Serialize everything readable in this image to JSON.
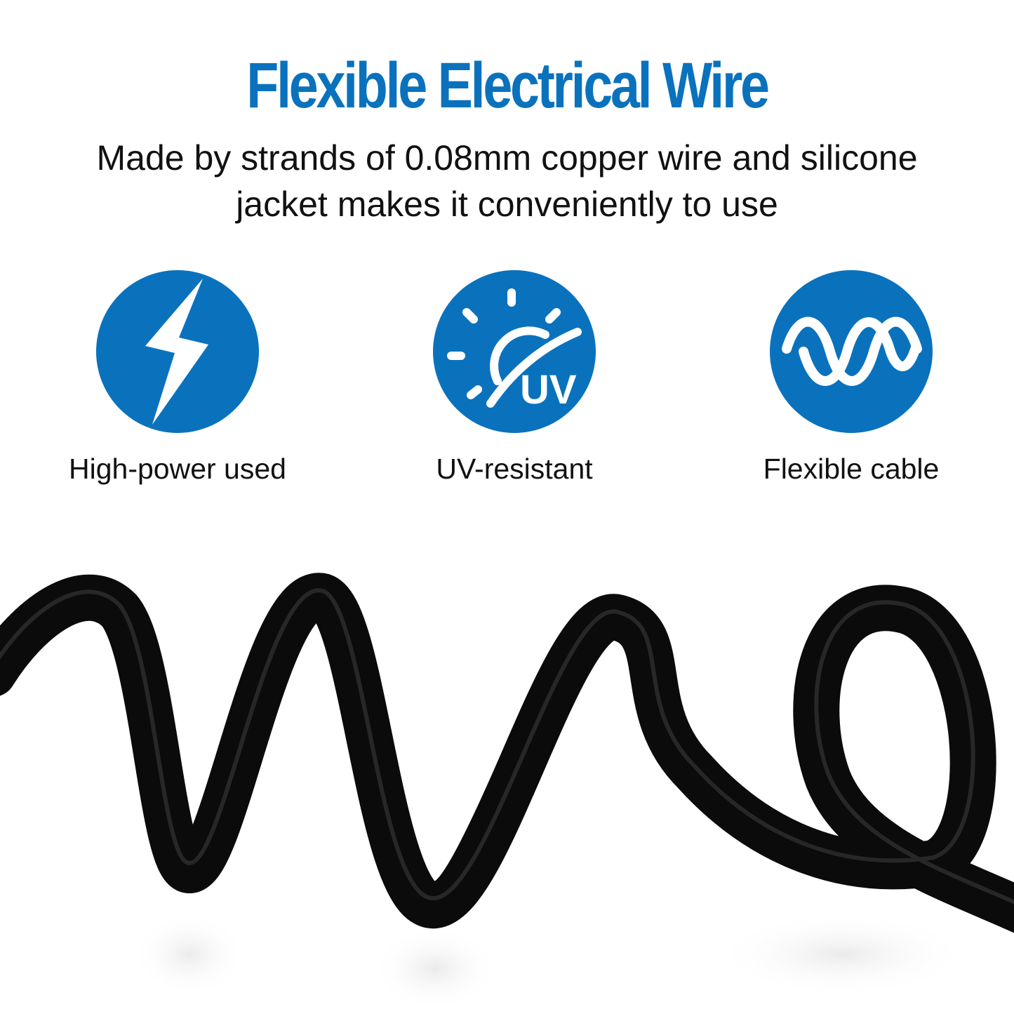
{
  "title": "Flexible Electrical Wire",
  "subtitle": [
    "Made by strands of 0.08mm copper wire and silicone",
    "jacket makes it conveniently to use"
  ],
  "features": [
    {
      "icon": "lightning-bolt-icon",
      "label": "High-power used"
    },
    {
      "icon": "sun-uv-icon",
      "label": "UV-resistant",
      "icon_text": "UV"
    },
    {
      "icon": "wave-icon",
      "label": "Flexible cable"
    }
  ],
  "colors": {
    "accent": "#0a72bd",
    "text": "#111111",
    "cable": "#0b0b0b"
  }
}
